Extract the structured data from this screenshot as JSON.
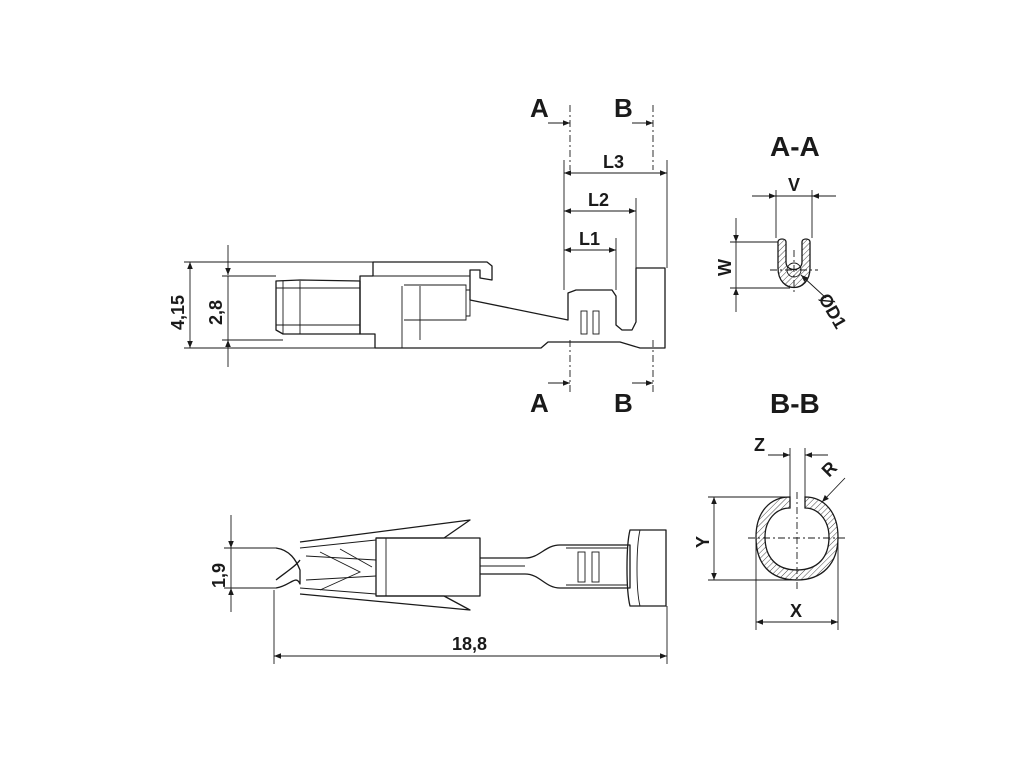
{
  "section_markers": {
    "a_top": "A",
    "b_top": "B",
    "a_bottom": "A",
    "b_bottom": "B"
  },
  "section_titles": {
    "aa": "A-A",
    "bb": "B-B"
  },
  "dimensions": {
    "l3": "L3",
    "l2": "L2",
    "l1": "L1",
    "h_415": "4,15",
    "h_28": "2,8",
    "h_19": "1,9",
    "len_188": "18,8",
    "v": "V",
    "w": "W",
    "d1": "ØD1",
    "z": "Z",
    "r": "R",
    "y": "Y",
    "x": "X"
  },
  "colors": {
    "line": "#1a1a1a",
    "background": "#ffffff"
  }
}
